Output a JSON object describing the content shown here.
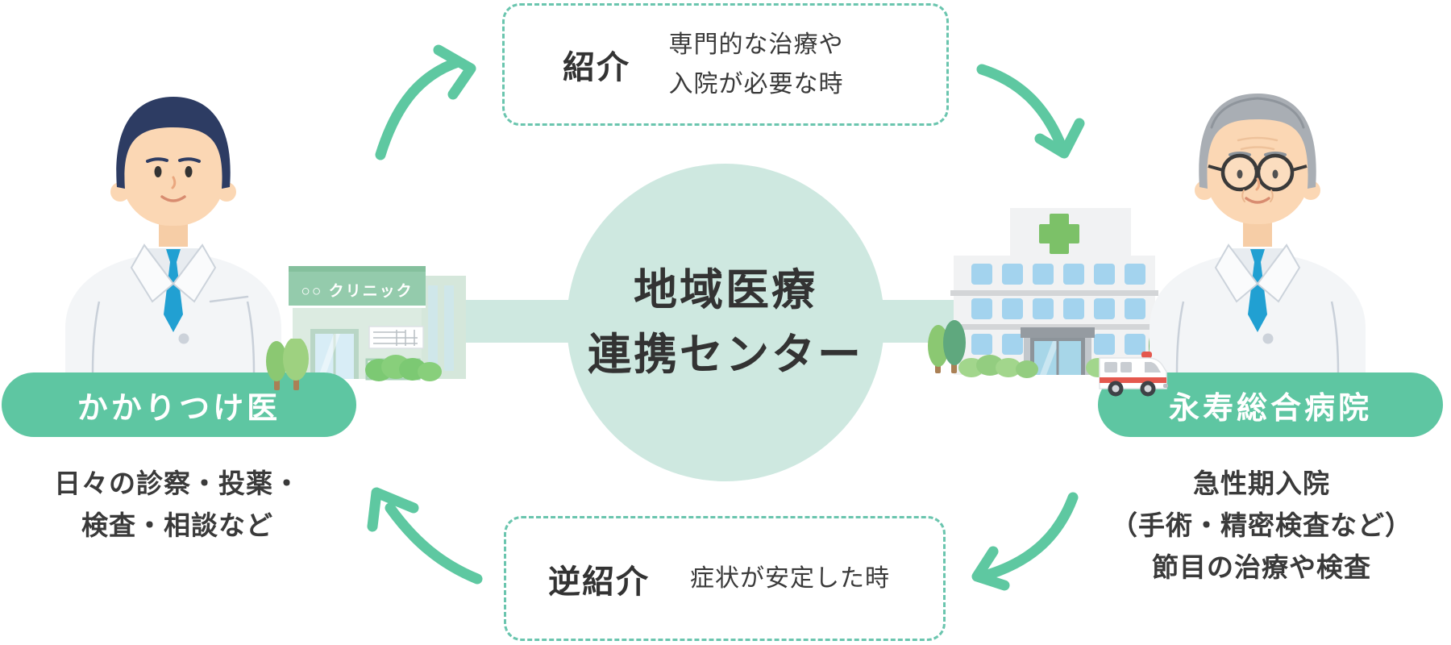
{
  "colors": {
    "accent_green": "#5ec6a2",
    "arrow_green": "#5ec8a1",
    "mint": "#cee8e0",
    "dashed_border": "#6ac5ae",
    "text_dark": "#333333",
    "text_body": "#3a3a3a",
    "white": "#ffffff"
  },
  "center_circle": {
    "line1": "地域医療",
    "line2": "連携センター"
  },
  "referral_box": {
    "label": "紹介",
    "desc_line1": "専門的な治療や",
    "desc_line2": "入院が必要な時"
  },
  "reverse_referral_box": {
    "label": "逆紹介",
    "desc": "症状が安定した時"
  },
  "family_doctor": {
    "pill_label": "かかりつけ医",
    "clinic_sign": "○○ クリニック",
    "desc_line1": "日々の診察・投薬・",
    "desc_line2": "検査・相談など"
  },
  "hospital": {
    "pill_label": "永寿総合病院",
    "desc_line1": "急性期入院",
    "desc_line2": "（手術・精密検査など）",
    "desc_line3": "節目の治療や検査"
  },
  "illustrations": {
    "left_doctor": "young-doctor-illustration",
    "right_doctor": "senior-doctor-illustration",
    "clinic": "clinic-building-illustration",
    "hospital": "hospital-building-illustration",
    "ambulance": "ambulance-illustration",
    "trees": "trees-illustration",
    "medical_cross": "medical-cross-icon"
  }
}
